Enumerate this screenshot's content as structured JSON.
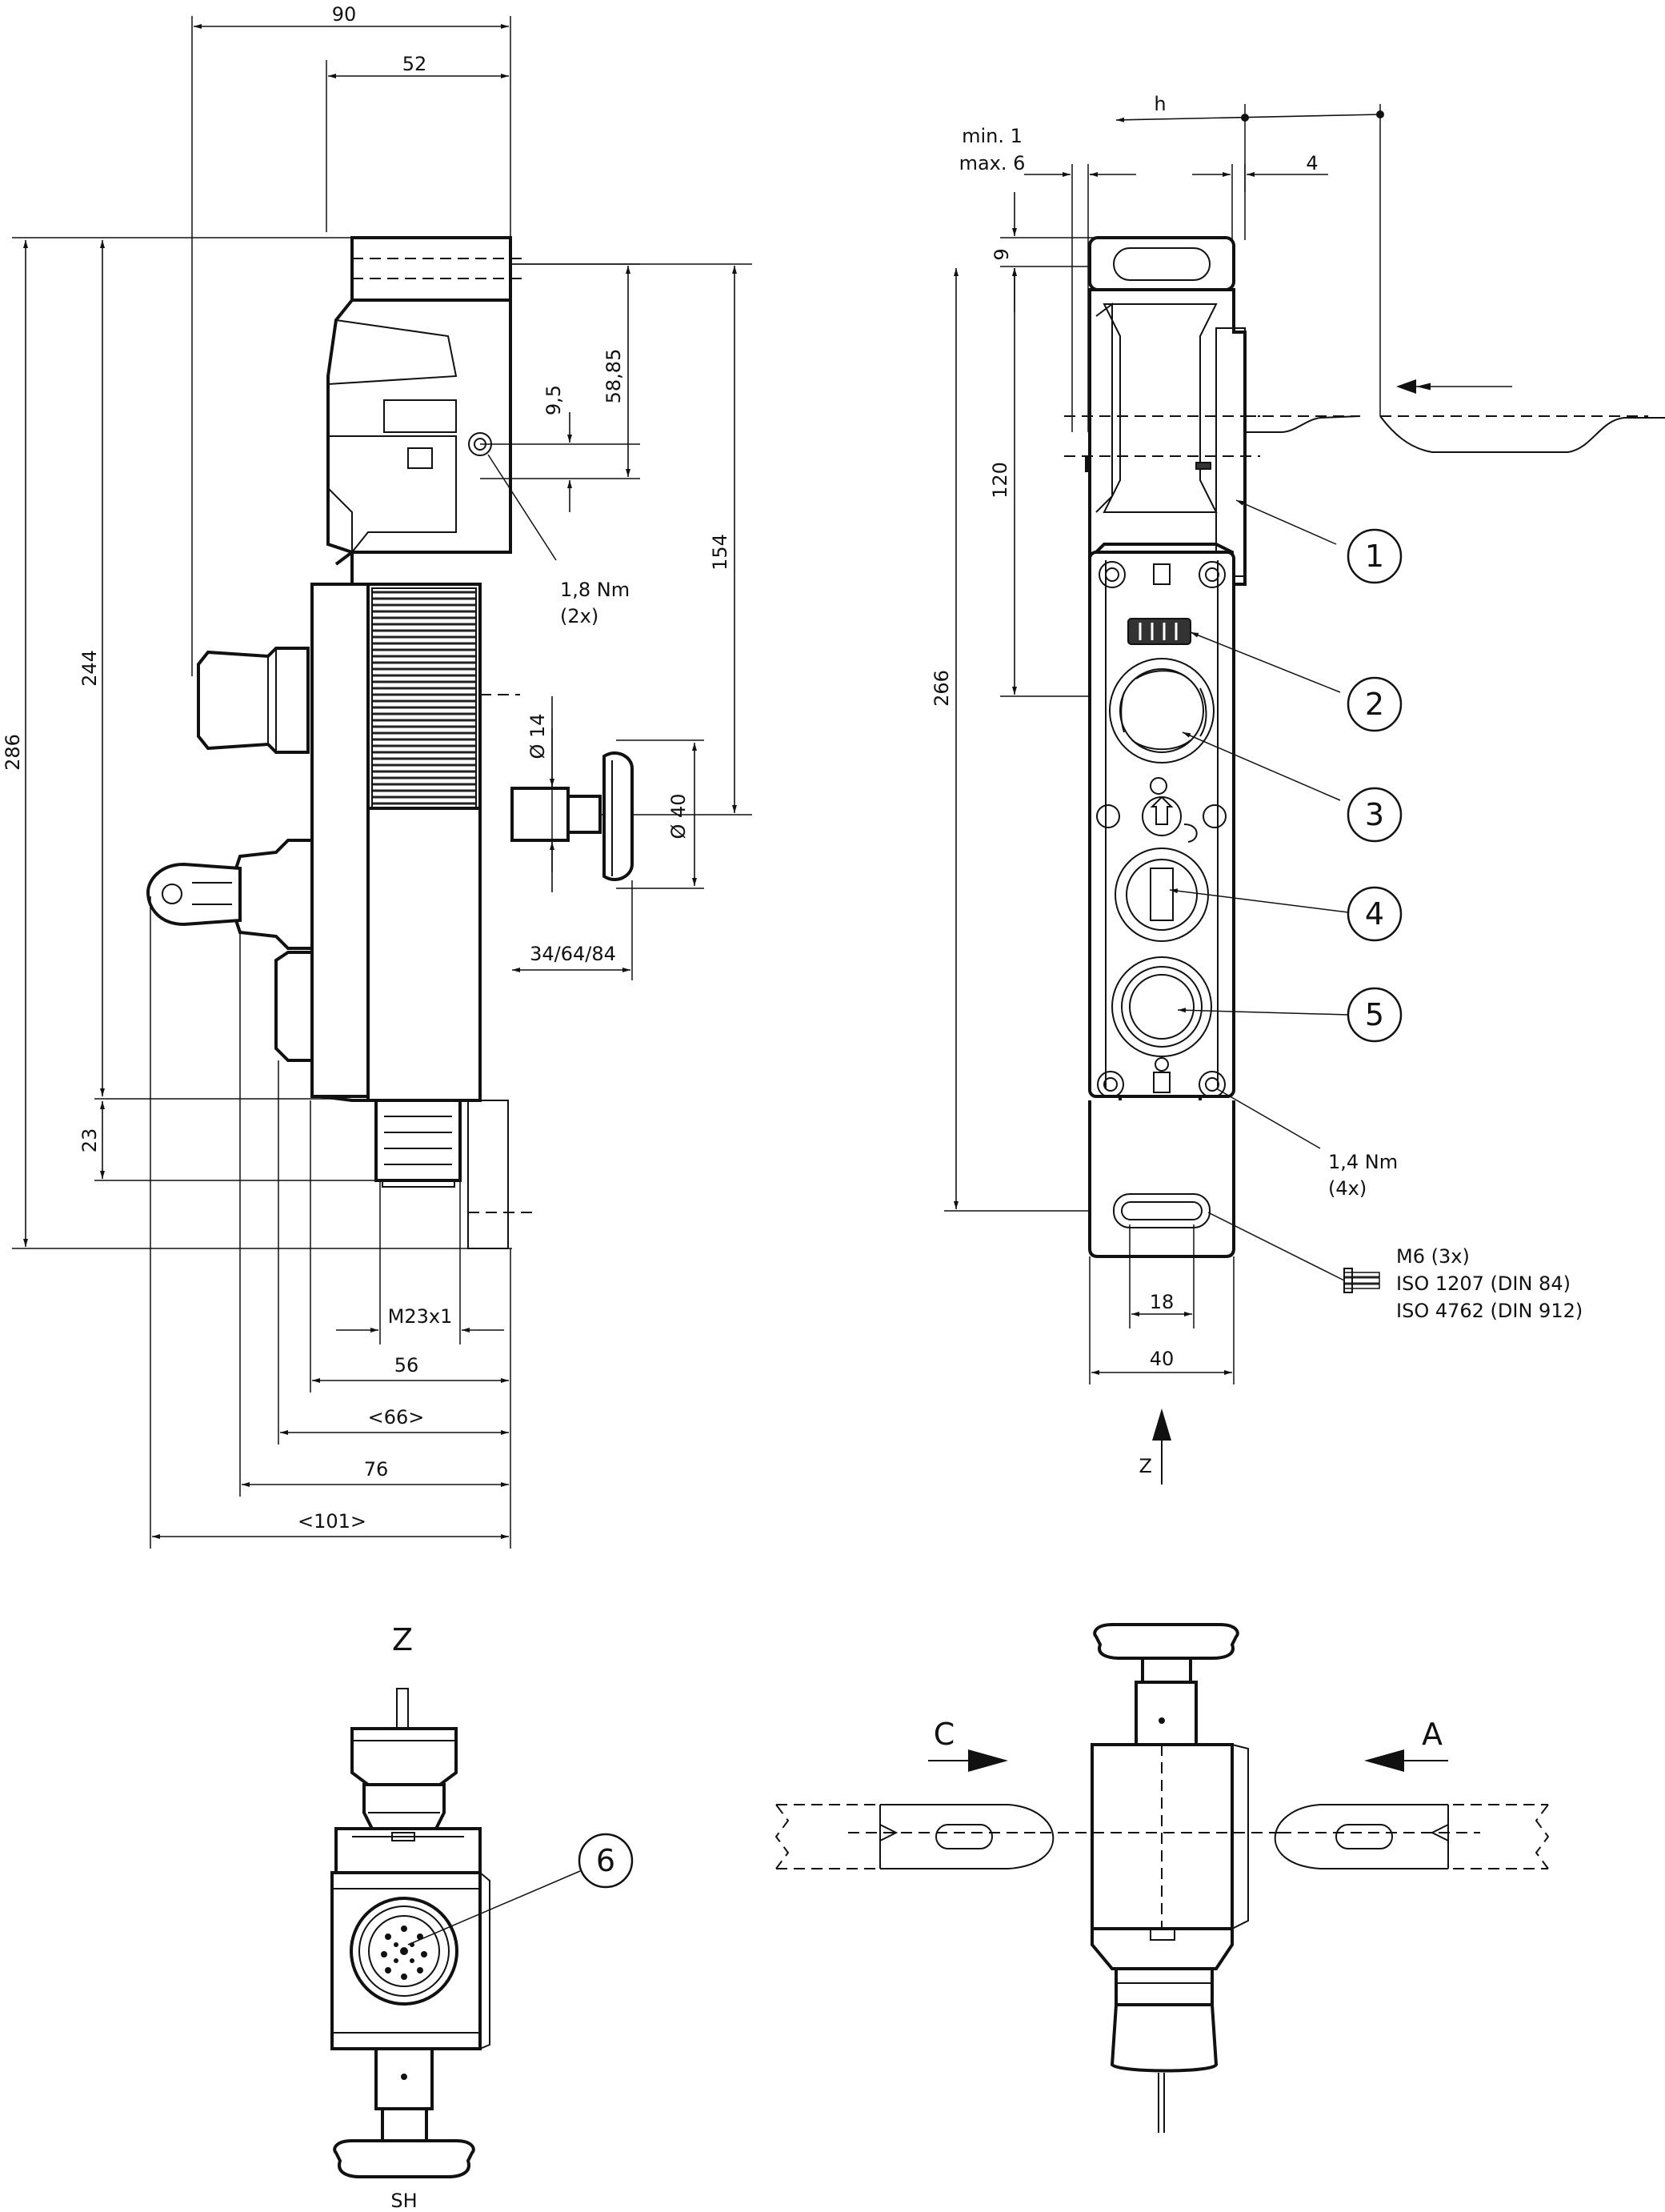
{
  "side_view": {
    "dims": {
      "d90": "90",
      "d52": "52",
      "d286": "286",
      "d244": "244",
      "d23": "23",
      "d9_5": "9,5",
      "d58_85": "58,85",
      "d154": "154",
      "d_phi14": "Ø 14",
      "d_phi40": "Ø 40",
      "d34_64_84": "34/64/84",
      "dM23": "M23x1",
      "d56": "56",
      "d66": "<66>",
      "d76": "76",
      "d101": "<101>"
    },
    "torque_top": {
      "line1": "1,8 Nm",
      "line2": "(2x)"
    }
  },
  "front_view": {
    "dims": {
      "h": "h",
      "min": "min. 1",
      "max": "max. 6",
      "d4": "4",
      "d9": "9",
      "d120": "120",
      "d266": "266",
      "d18": "18",
      "d40": "40"
    },
    "torque_bottom": {
      "line1": "1,4 Nm",
      "line2": "(4x)"
    },
    "screw_note": {
      "line1": "M6  (3x)",
      "line2": "ISO 1207 (DIN 84)",
      "line3": "ISO 4762 (DIN 912)"
    },
    "view_label": "Z",
    "callouts": [
      "1",
      "2",
      "3",
      "4",
      "5"
    ]
  },
  "bottom_view": {
    "label_top": "Z",
    "label_bottom": "SH",
    "callout": "6"
  },
  "top_view": {
    "label_left": "C",
    "label_right": "A"
  }
}
